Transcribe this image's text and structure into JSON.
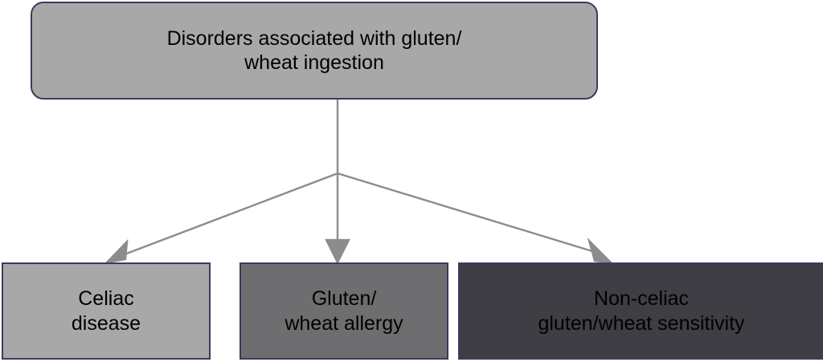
{
  "diagram": {
    "title": "Disorders associated with gluten/wheat ingestion classification flowchart",
    "background_color": "#ffffff",
    "edge_color": "#8c8c8c",
    "border_color": "#3b3b5e",
    "text_color": "#000000",
    "nodes": {
      "root": {
        "label": "Disorders associated with gluten/\nwheat ingestion",
        "fill_color": "#a8a8a8",
        "shape": "rounded-rectangle"
      },
      "celiac": {
        "label": "Celiac\ndisease",
        "fill_color": "#a8a8a8",
        "shape": "rectangle"
      },
      "allergy": {
        "label": "Gluten/\nwheat allergy",
        "fill_color": "#6e6e70",
        "shape": "rectangle"
      },
      "ncgs": {
        "label": "Non-celiac\ngluten/wheat sensitivity",
        "fill_color": "#3e3e44",
        "shape": "rectangle"
      }
    },
    "edges": [
      {
        "from": "root",
        "to": "celiac",
        "style": "arrow"
      },
      {
        "from": "root",
        "to": "allergy",
        "style": "arrow"
      },
      {
        "from": "root",
        "to": "ncgs",
        "style": "arrow"
      }
    ]
  }
}
